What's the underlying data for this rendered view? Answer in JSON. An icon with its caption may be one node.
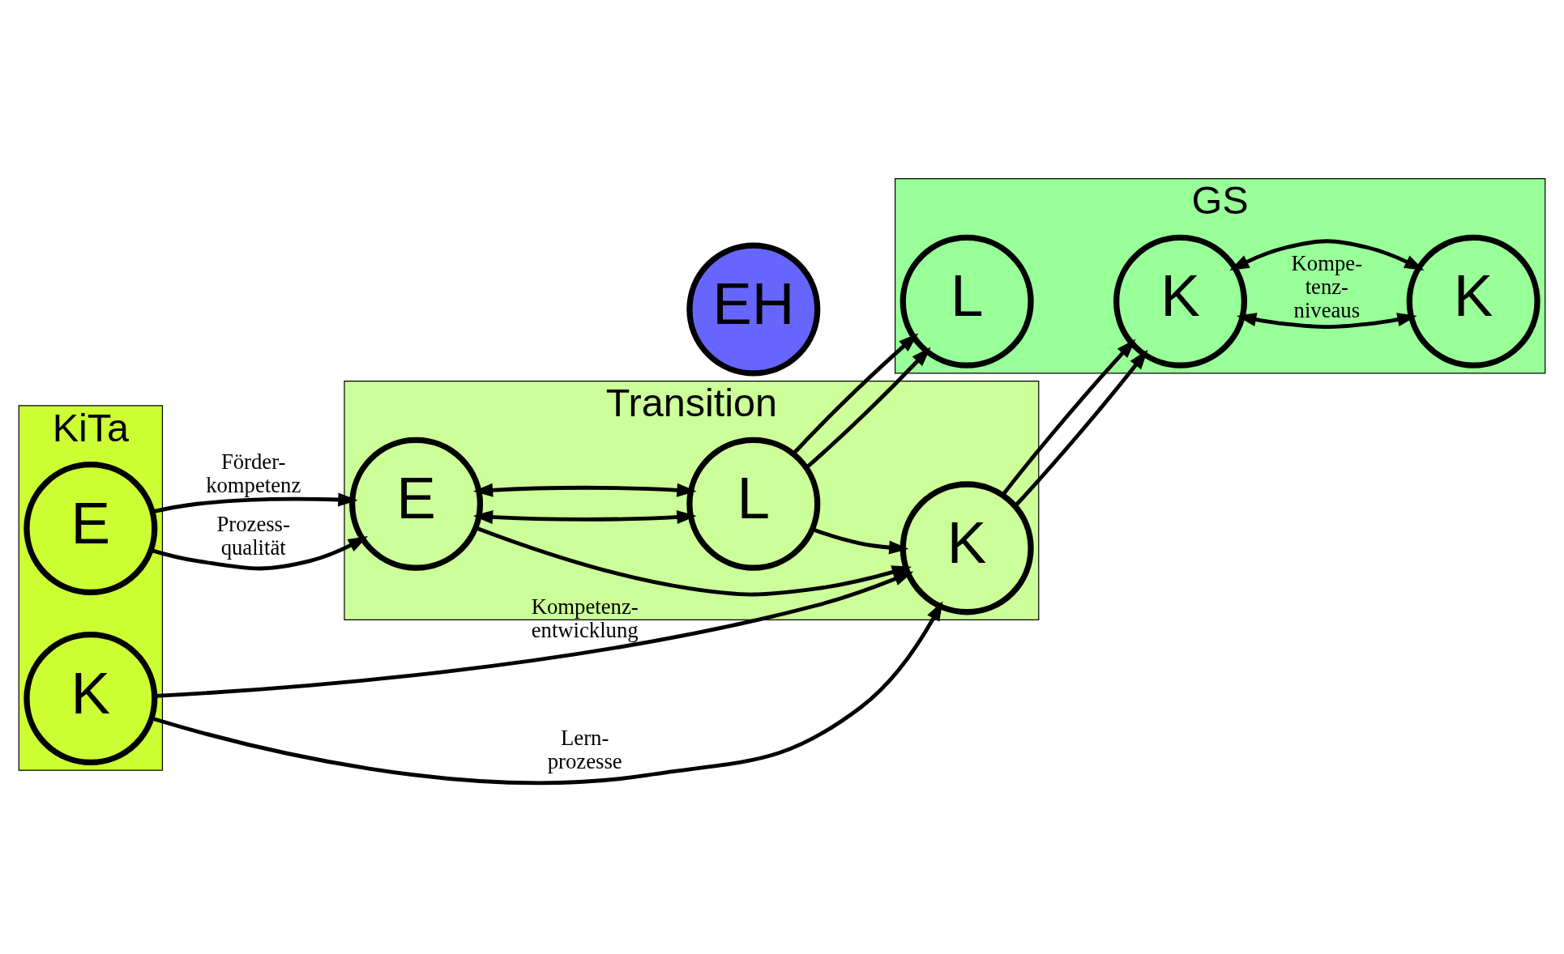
{
  "diagram": {
    "nodes": [
      {
        "text": [
          "KiTa"
        ]
      },
      {
        "text": [
          "E"
        ],
        "in": 0
      },
      {
        "text": [
          "K"
        ],
        "in": 0
      },
      {
        "text": [
          "Transition"
        ]
      },
      {
        "text": [
          "E"
        ],
        "in": 3
      },
      {
        "text": [
          "L"
        ],
        "in": 3
      },
      {
        "text": [
          "K"
        ],
        "in": 3
      },
      {
        "text": [
          "GS"
        ]
      },
      {
        "text": [
          "L"
        ],
        "in": 7
      },
      {
        "text": [
          "K"
        ],
        "in": 7
      },
      {
        "text": [
          "K"
        ],
        "in": 7
      },
      {
        "text": [
          "EH"
        ]
      }
    ],
    "edges": [
      {
        "from": 1,
        "to": 4,
        "arrow": "to",
        "label": "Förder- kompetenz"
      },
      {
        "from": 1,
        "to": 4,
        "arrow": "to",
        "label": "Prozess- qualität"
      },
      {
        "from": 4,
        "to": 5,
        "arrow": "both"
      },
      {
        "from": 4,
        "to": 5,
        "arrow": "both"
      },
      {
        "from": 5,
        "to": 8,
        "arrow": "to"
      },
      {
        "from": 5,
        "to": 8,
        "arrow": "to"
      },
      {
        "from": 4,
        "to": 6,
        "arrow": "to"
      },
      {
        "from": 5,
        "to": 6,
        "arrow": "to"
      },
      {
        "from": 2,
        "to": 6,
        "arrow": "to",
        "label": "Lern- prozesse"
      },
      {
        "from": 2,
        "to": 6,
        "arrow": "to",
        "label": "Kompetenz- entwicklung"
      },
      {
        "from": 6,
        "to": 9,
        "arrow": "to"
      },
      {
        "from": 6,
        "to": 9,
        "arrow": "to"
      },
      {
        "from": 9,
        "to": 10,
        "arrow": "both",
        "label": "Kompe- tenz- niveaus"
      },
      {
        "from": 9,
        "to": 10,
        "arrow": "both"
      }
    ]
  }
}
